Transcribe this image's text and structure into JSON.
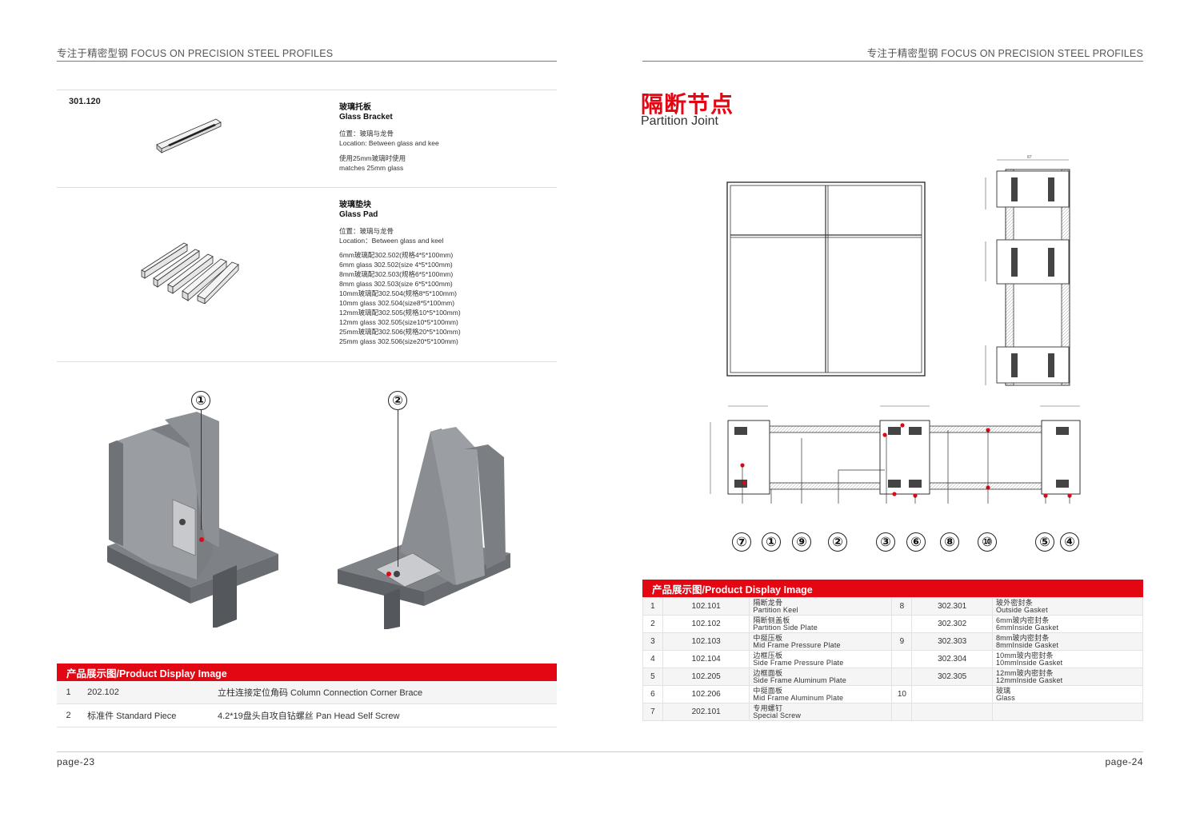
{
  "header": {
    "left": "专注于精密型钢 FOCUS ON PRECISION STEEL PROFILES",
    "right": "专注于精密型钢 FOCUS ON PRECISION STEEL PROFILES"
  },
  "left_page": {
    "code": "301.120",
    "bracket": {
      "name_cn": "玻璃托板",
      "name_en": "Glass Bracket",
      "loc_cn": "位置：玻璃与龙骨",
      "loc_en": "Location: Between glass and kee",
      "use_cn": "使用25mm玻璃时使用",
      "use_en": "matches 25mm glass"
    },
    "pad": {
      "name_cn": "玻璃垫块",
      "name_en": "Glass Pad",
      "loc_cn": "位置：玻璃与龙骨",
      "loc_en": "Location：Between glass and keel",
      "specs": [
        "6mm玻璃配302.502(规格4*5*100mm)",
        "6mm glass 302.502(size 4*5*100mm)",
        "8mm玻璃配302.503(规格6*5*100mm)",
        "8mm glass 302.503(size 6*5*100mm)",
        "10mm玻璃配302.504(规格8*5*100mm)",
        "10mm glass 302.504(size8*5*100mm)",
        "12mm玻璃配302.505(规格10*5*100mm)",
        "12mm glass 302.505(size10*5*100mm)",
        "25mm玻璃配302.506(规格20*5*100mm)",
        "25mm glass 302.506(size20*5*100mm)"
      ]
    },
    "markers": [
      "①",
      "②"
    ],
    "table_title": "产品展示图/Product Display Image",
    "rows": [
      {
        "no": "1",
        "code": "202.102",
        "desc": "立柱连接定位角码 Column Connection Corner Brace"
      },
      {
        "no": "2",
        "code": "标准件  Standard Piece",
        "desc": "4.2*19盘头自攻自钻螺丝 Pan Head Self Screw"
      }
    ],
    "page": "page-23"
  },
  "right_page": {
    "title_cn": "隔断节点",
    "title_en": "Partition Joint",
    "callouts": [
      "⑦",
      "①",
      "⑨",
      "②",
      "③",
      "⑥",
      "⑧",
      "⑩",
      "⑤",
      "④"
    ],
    "table_title": "产品展示图/Product Display Image",
    "rows": [
      {
        "no": "1",
        "code": "102.101",
        "cn": "隔断龙骨",
        "en": "Partition Keel"
      },
      {
        "no": "2",
        "code": "102.102",
        "cn": "隔断侧盖板",
        "en": "Partition Side Plate"
      },
      {
        "no": "3",
        "code": "102.103",
        "cn": "中挺压板",
        "en": "Mid Frame Pressure Plate"
      },
      {
        "no": "4",
        "code": "102.104",
        "cn": "边框压板",
        "en": "Side Frame Pressure Plate"
      },
      {
        "no": "5",
        "code": "102.205",
        "cn": "边框面板",
        "en": "Side Frame Aluminum Plate"
      },
      {
        "no": "6",
        "code": "102.206",
        "cn": "中挺面板",
        "en": "Mid Frame Aluminum Plate"
      },
      {
        "no": "7",
        "code": "202.101",
        "cn": "专用螺钉",
        "en": "Special Screw"
      }
    ],
    "rows2": [
      {
        "no": "8",
        "code": "302.301",
        "cn": "玻外密封条",
        "en": "Outside Gasket"
      },
      {
        "no": "",
        "code": "302.302",
        "cn": "6mm玻内密封条",
        "en": "6mmInside Gasket"
      },
      {
        "no": "9",
        "code": "302.303",
        "cn": "8mm玻内密封条",
        "en": "8mmInside Gasket"
      },
      {
        "no": "",
        "code": "302.304",
        "cn": "10mm玻内密封条",
        "en": "10mmInside Gasket"
      },
      {
        "no": "",
        "code": "302.305",
        "cn": "12mm玻内密封条",
        "en": "12mmInside Gasket"
      },
      {
        "no": "10",
        "code": "",
        "cn": "玻璃",
        "en": "Glass"
      },
      {
        "no": "",
        "code": "",
        "cn": "",
        "en": ""
      }
    ],
    "page": "page-24"
  },
  "colors": {
    "accent": "#e30613",
    "profile": "#8a8d91"
  }
}
